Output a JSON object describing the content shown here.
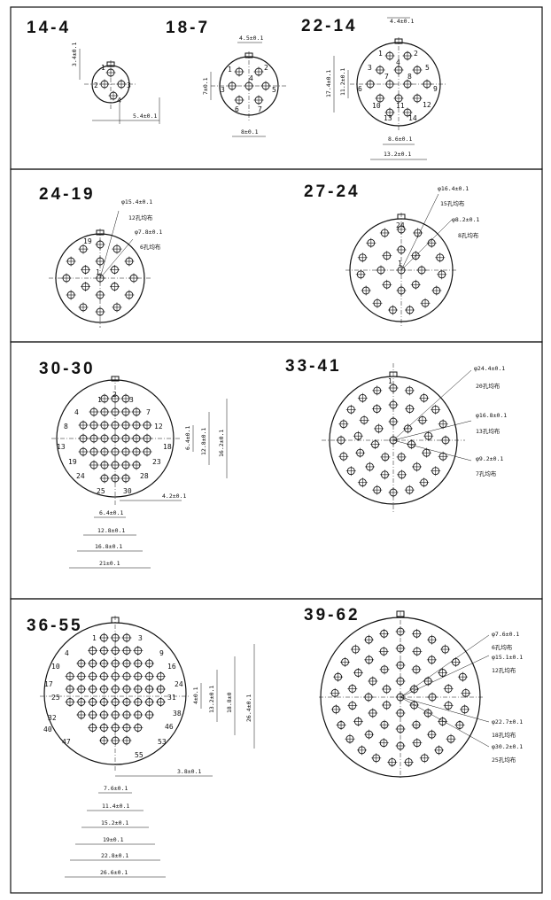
{
  "panels": {
    "p14_4": {
      "title": "14-4",
      "pins": [
        "1",
        "2",
        "3",
        "4"
      ],
      "dims": {
        "height": "3.4±0.1",
        "width": "5.4±0.1"
      }
    },
    "p18_7": {
      "title": "18-7",
      "pins": [
        "1",
        "2",
        "3",
        "4",
        "5",
        "6",
        "7"
      ],
      "dims": {
        "top": "4.5±0.1",
        "height": "7±0.1",
        "width": "8±0.1"
      }
    },
    "p22_14": {
      "title": "22-14",
      "pins": [
        "1",
        "2",
        "3",
        "4",
        "5",
        "6",
        "7",
        "8",
        "9",
        "10",
        "11",
        "12",
        "13",
        "14"
      ],
      "dims": {
        "top": "4.4±0.1",
        "height": "17.4±0.1",
        "inner": "11.2±0.1",
        "width1": "8.6±0.1",
        "width2": "13.2±0.1"
      }
    },
    "p24_19": {
      "title": "24-19",
      "pins": [
        "1",
        "19"
      ],
      "notes": [
        "φ15.4±0.1",
        "12孔均布",
        "φ7.8±0.1",
        "6孔均布"
      ]
    },
    "p27_24": {
      "title": "27-24",
      "pins": [
        "1",
        "24"
      ],
      "notes": [
        "φ16.4±0.1",
        "15孔均布",
        "φ8.2±0.1",
        "8孔均布"
      ]
    },
    "p30_30": {
      "title": "30-30",
      "pins": [
        "1",
        "2",
        "3",
        "4",
        "7",
        "8",
        "12",
        "13",
        "18",
        "19",
        "23",
        "24",
        "25",
        "28",
        "30"
      ],
      "dims": {
        "v1": "6.4±0.1",
        "v2": "12.8±0.1",
        "v3": "16.2±0.1",
        "h0": "4.2±0.1",
        "h1": "6.4±0.1",
        "h2": "12.8±0.1",
        "h3": "16.8±0.1",
        "h4": "21±0.1"
      }
    },
    "p33_41": {
      "title": "33-41",
      "pins": [
        "1"
      ],
      "notes": [
        "φ24.4±0.1",
        "20孔均布",
        "φ16.8±0.1",
        "13孔均布",
        "φ9.2±0.1",
        "7孔均布"
      ]
    },
    "p36_55": {
      "title": "36-55",
      "pins": [
        "1",
        "3",
        "4",
        "9",
        "10",
        "16",
        "17",
        "24",
        "25",
        "31",
        "32",
        "38",
        "40",
        "46",
        "47",
        "53",
        "55"
      ],
      "dims": {
        "v1": "4±0.1",
        "v2": "13.2±0.1",
        "v3": "18.8±0",
        "v4": "26.4±0.1",
        "h0": "3.8±0.1",
        "h1": "7.6±0.1",
        "h2": "11.4±0.1",
        "h3": "15.2±0.1",
        "h4": "19±0.1",
        "h5": "22.8±0.1",
        "h6": "26.6±0.1"
      }
    },
    "p39_62": {
      "title": "39-62",
      "notes": [
        "φ7.6±0.1",
        "6孔均布",
        "φ15.1±0.1",
        "12孔均布",
        "φ22.7±0.1",
        "18孔均布",
        "φ30.2±0.1",
        "25孔均布"
      ]
    }
  }
}
